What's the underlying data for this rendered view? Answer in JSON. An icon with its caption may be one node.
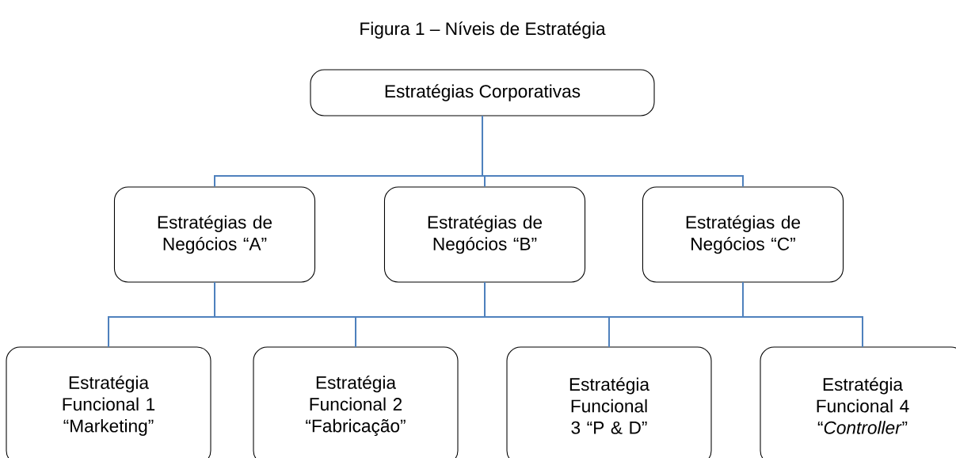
{
  "diagram": {
    "title": "Figura 1 – Níveis de Estratégia",
    "nodes": [
      {
        "text": [
          "Estratégias Corporativas"
        ]
      },
      {
        "text": [
          "Estratégias de Negócios “A”"
        ]
      },
      {
        "text": [
          "Estratégias de Negócios “B”"
        ]
      },
      {
        "text": [
          "Estratégias de Negócios “C”"
        ]
      },
      {
        "text": [
          "Estratégia Funcional 1 “Marketing”"
        ]
      },
      {
        "text": [
          "Estratégia Funcional 2 “Fabricação”"
        ]
      },
      {
        "text": [
          "Estratégia Funcional 3 “P & D”"
        ]
      },
      {
        "text": [
          "Estratégia Funcional 4 “*Controller*”"
        ]
      }
    ],
    "edges": [
      {
        "from": 0,
        "to": 1,
        "arrow": "none"
      },
      {
        "from": 0,
        "to": 2,
        "arrow": "none"
      },
      {
        "from": 0,
        "to": 3,
        "arrow": "none"
      },
      {
        "from": 1,
        "to": 4,
        "arrow": "none"
      },
      {
        "from": 1,
        "to": 5,
        "arrow": "none"
      },
      {
        "from": 1,
        "to": 6,
        "arrow": "none"
      },
      {
        "from": 1,
        "to": 7,
        "arrow": "none"
      },
      {
        "from": 2,
        "to": 4,
        "arrow": "none"
      },
      {
        "from": 2,
        "to": 5,
        "arrow": "none"
      },
      {
        "from": 2,
        "to": 6,
        "arrow": "none"
      },
      {
        "from": 2,
        "to": 7,
        "arrow": "none"
      },
      {
        "from": 3,
        "to": 4,
        "arrow": "none"
      },
      {
        "from": 3,
        "to": 5,
        "arrow": "none"
      },
      {
        "from": 3,
        "to": 6,
        "arrow": "none"
      },
      {
        "from": 3,
        "to": 7,
        "arrow": "none"
      }
    ]
  }
}
